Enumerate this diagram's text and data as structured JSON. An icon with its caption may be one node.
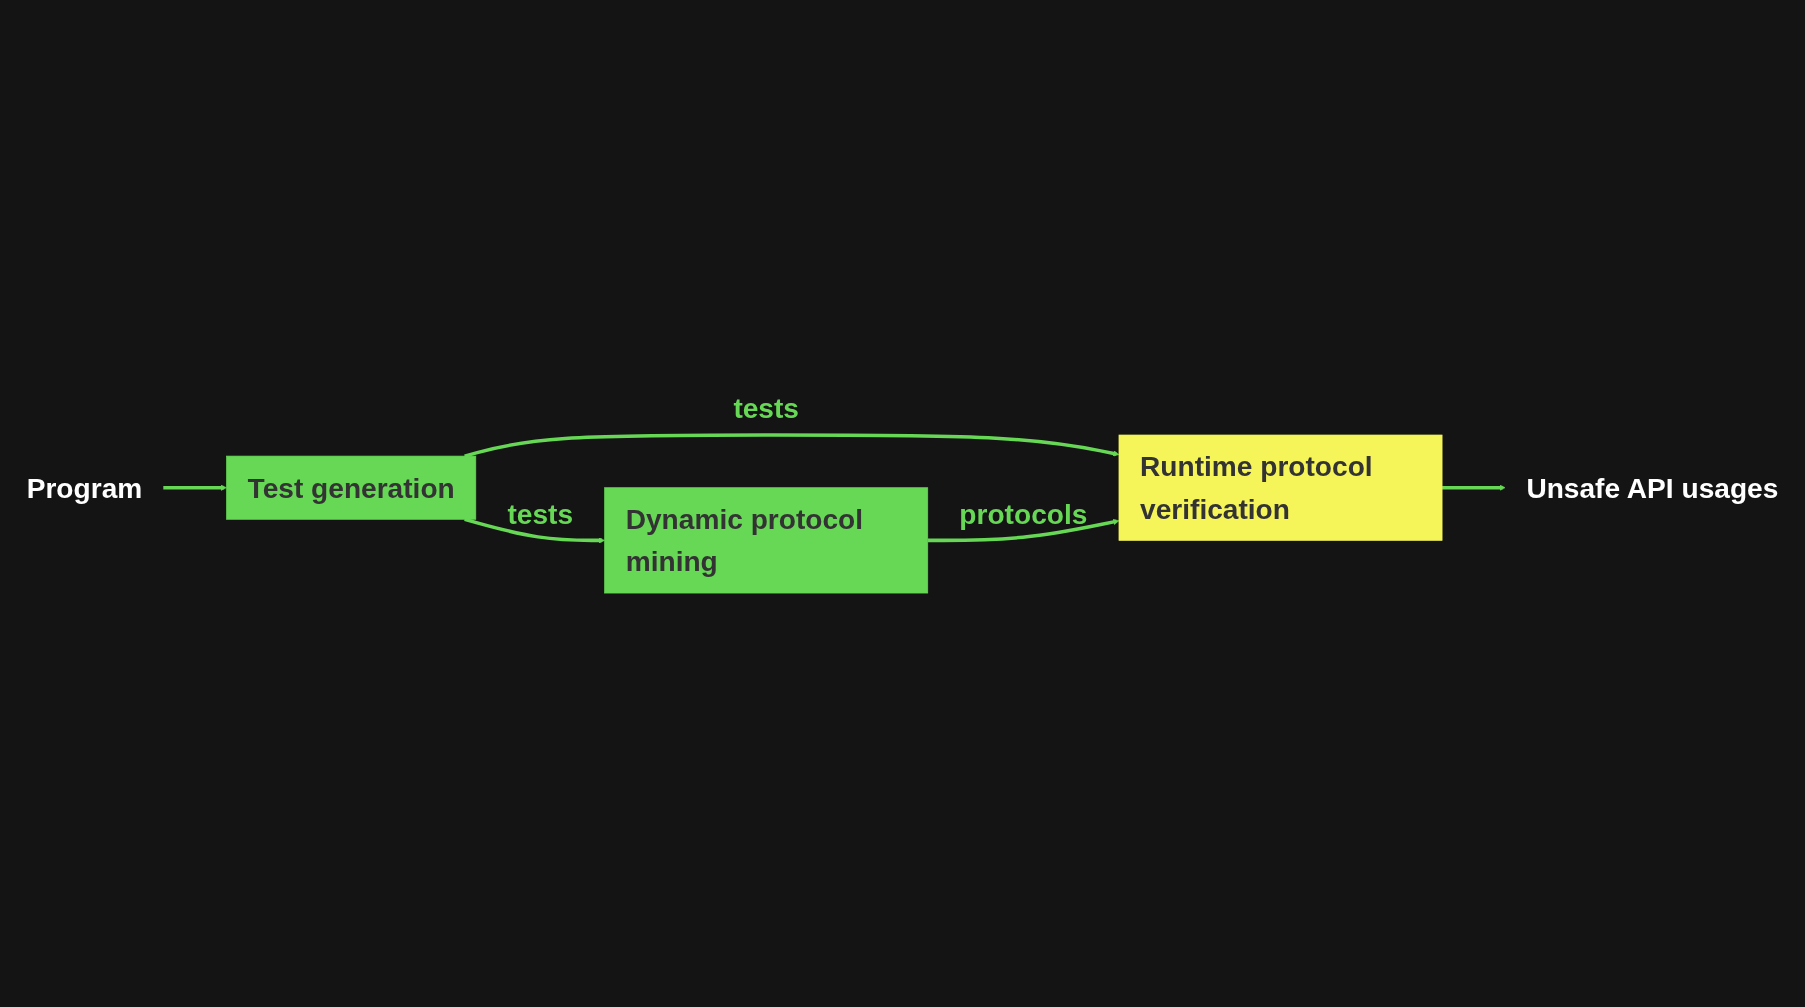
{
  "diagram": {
    "nodes": [
      {
        "text": [
          "Program"
        ]
      },
      {
        "text": [
          "Test generation"
        ]
      },
      {
        "text": [
          "Dynamic protocol mining"
        ]
      },
      {
        "text": [
          "Runtime protocol verification"
        ]
      },
      {
        "text": [
          "Unsafe API usages"
        ]
      }
    ],
    "edges": [
      {
        "from": 0,
        "to": 1,
        "arrow": "to"
      },
      {
        "from": 1,
        "to": 2,
        "arrow": "to",
        "label": "tests"
      },
      {
        "from": 1,
        "to": 3,
        "arrow": "to",
        "label": "tests"
      },
      {
        "from": 2,
        "to": 3,
        "arrow": "to",
        "label": "protocols"
      },
      {
        "from": 3,
        "to": 4,
        "arrow": "to"
      }
    ]
  }
}
